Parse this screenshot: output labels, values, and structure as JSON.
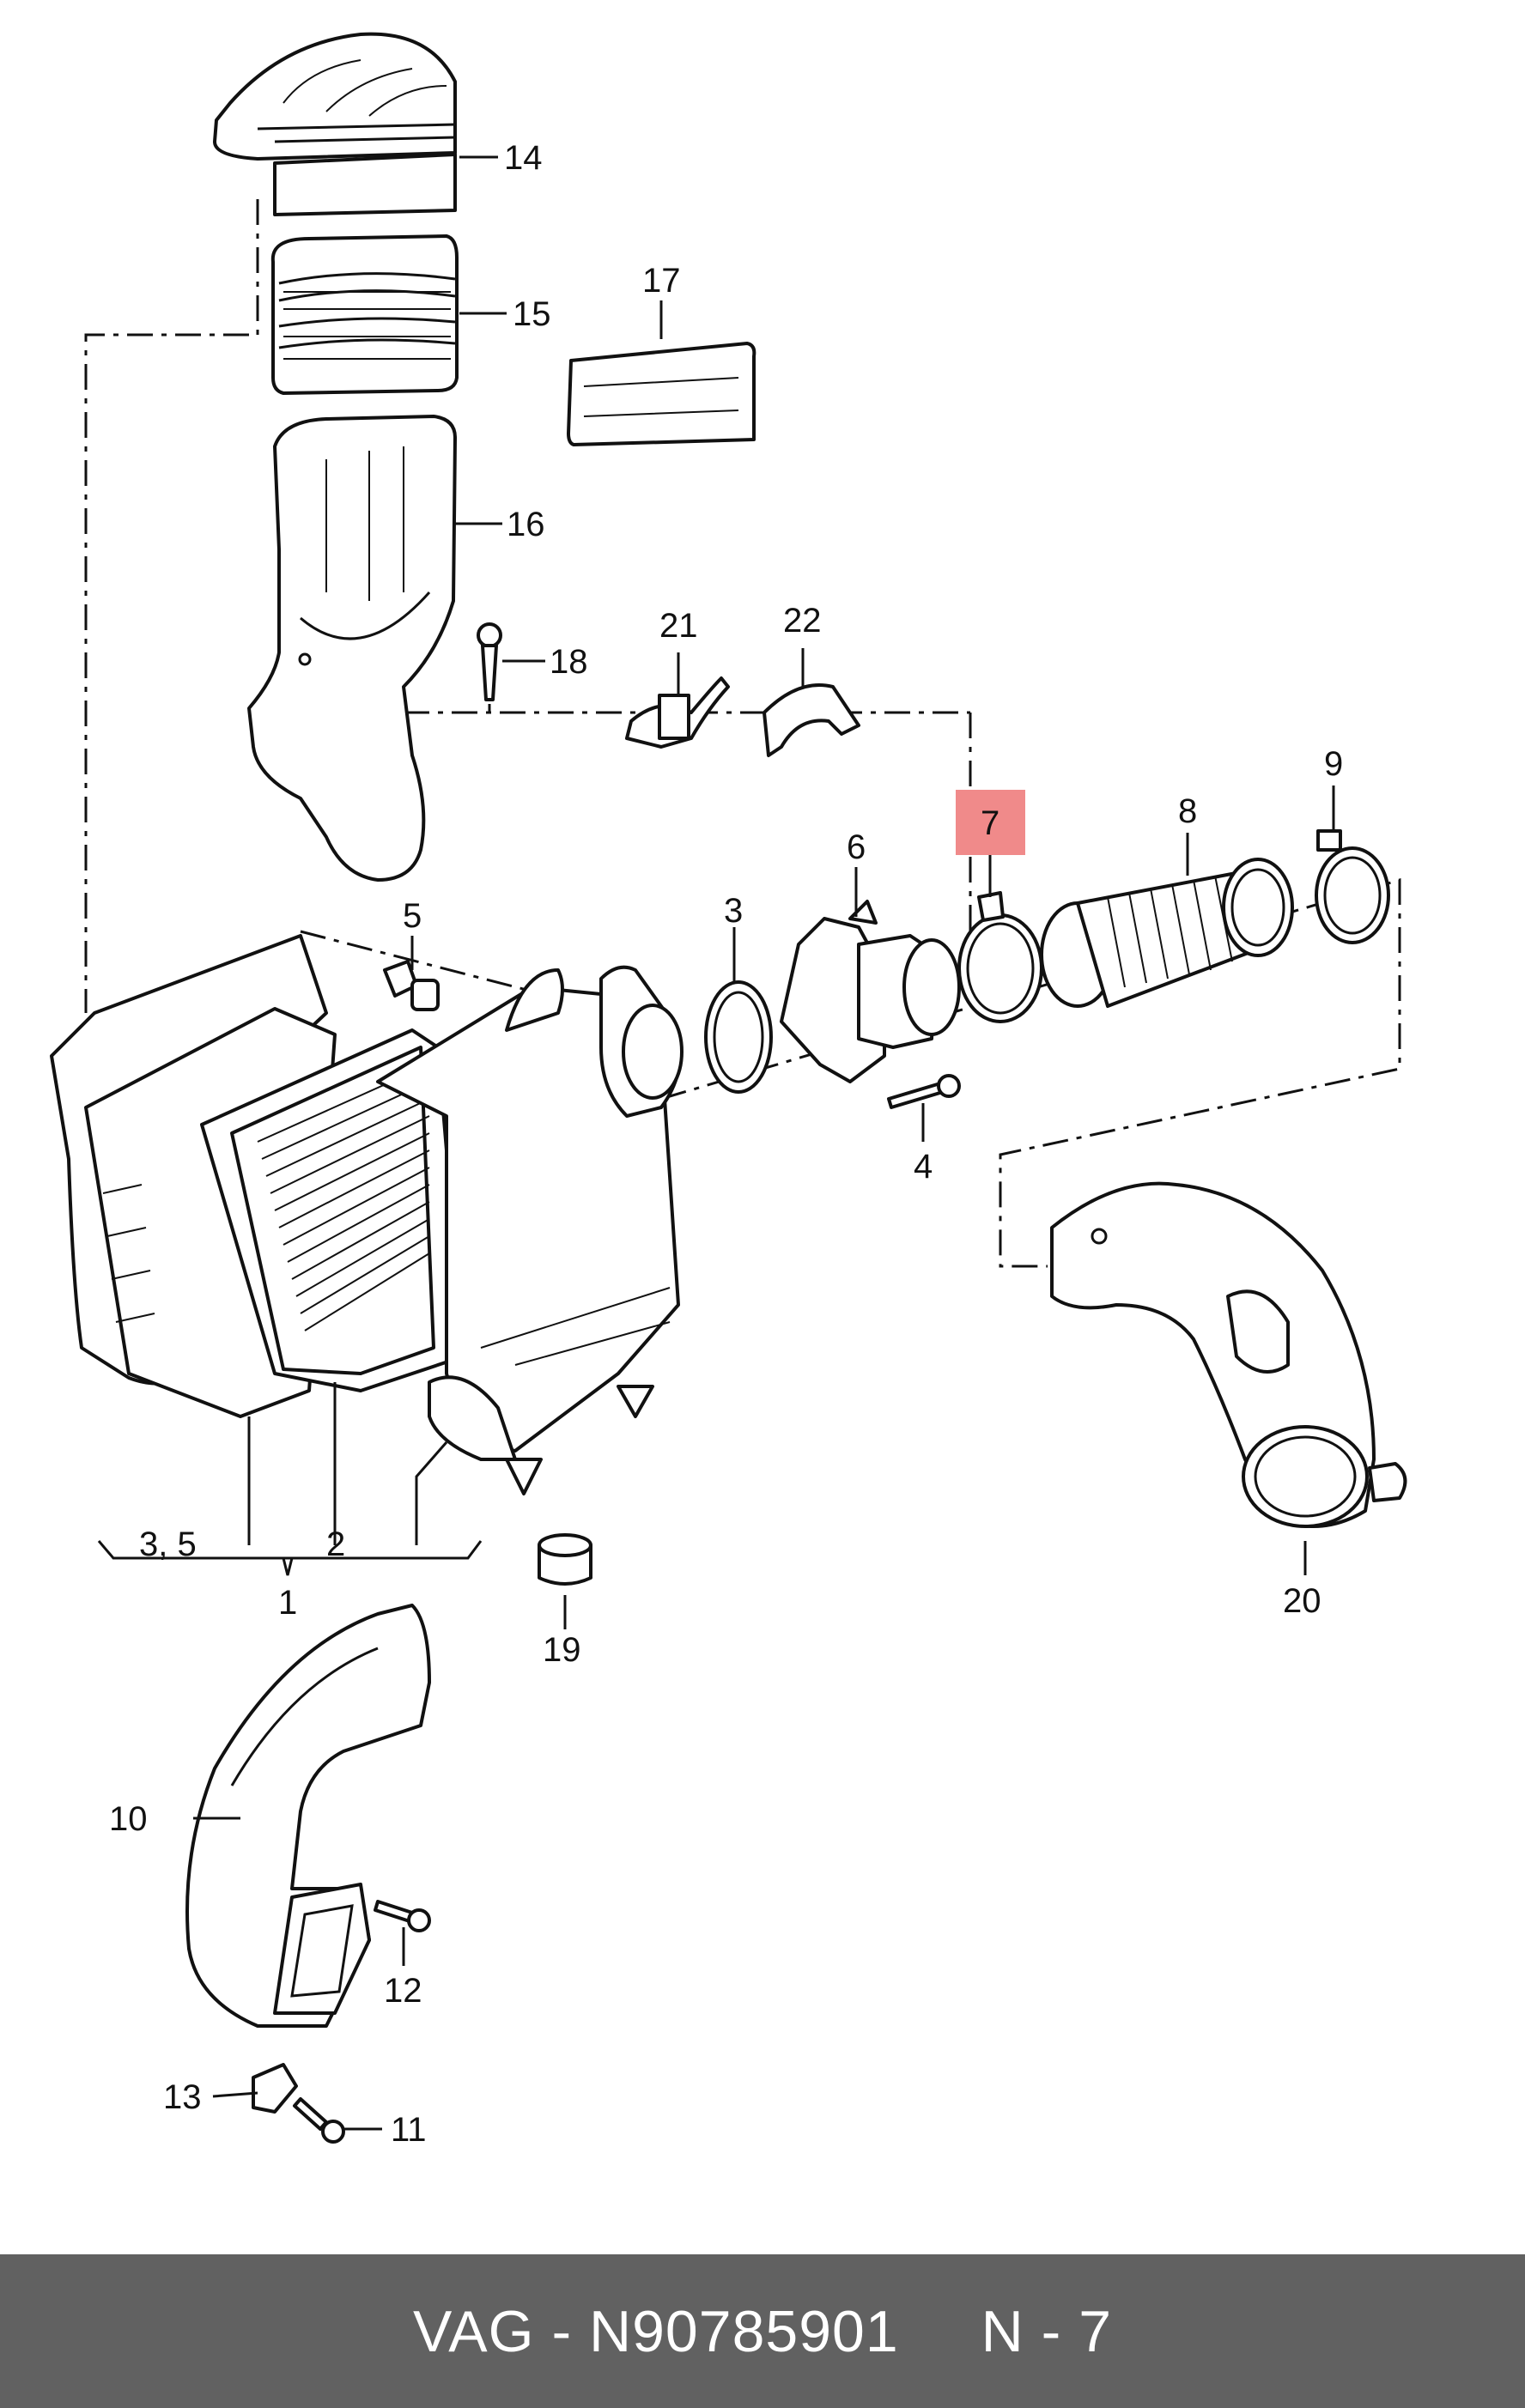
{
  "diagram": {
    "callouts": [
      "14",
      "15",
      "16",
      "17",
      "18",
      "21",
      "22",
      "5",
      "6",
      "7",
      "8",
      "9",
      "3",
      "4",
      "2",
      "3, 5",
      "1",
      "19",
      "20",
      "10",
      "12",
      "13",
      "11"
    ],
    "highlight": {
      "callout": "7",
      "color": "#f08a8a"
    }
  },
  "footer": {
    "brand": "VAG",
    "separator": "-",
    "part_number": "N90785901",
    "ref_label": "N - 7",
    "background": "#616161"
  }
}
